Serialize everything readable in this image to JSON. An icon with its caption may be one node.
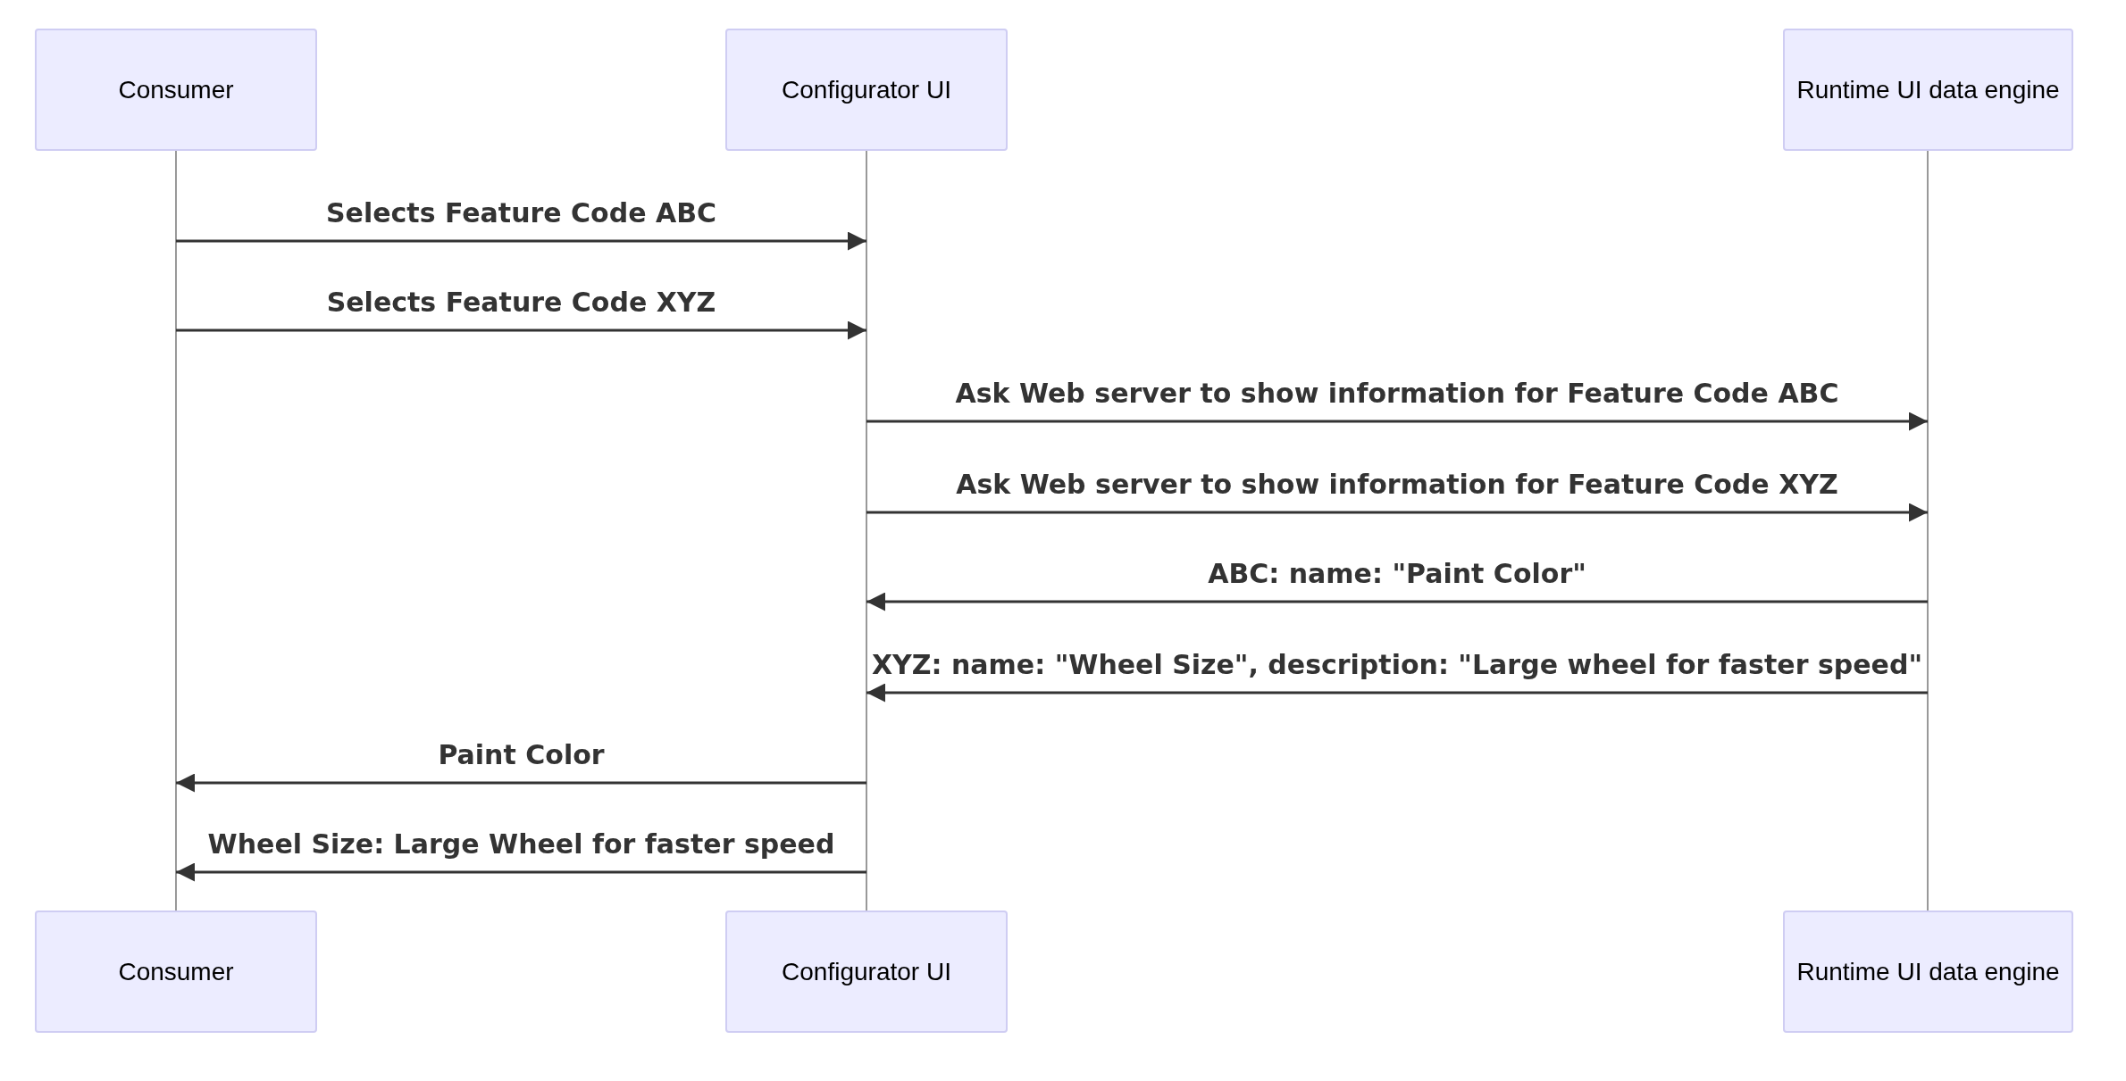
{
  "diagram": {
    "nodes": [
      {
        "text": [
          "Consumer"
        ]
      },
      {
        "text": [
          "Configurator UI"
        ]
      },
      {
        "text": [
          "Runtime UI data engine"
        ]
      },
      {
        "text": [
          "Consumer"
        ]
      },
      {
        "text": [
          "Configurator UI"
        ]
      },
      {
        "text": [
          "Runtime UI data engine"
        ]
      },
      {
        "text": [],
        "shape": "line"
      },
      {
        "text": [],
        "shape": "line"
      },
      {
        "text": [],
        "shape": "line"
      }
    ],
    "edges": [
      {
        "from": 6,
        "to": 7,
        "arrow": "to",
        "label": "Selects Feature Code ABC"
      },
      {
        "from": 6,
        "to": 7,
        "arrow": "to",
        "label": "Selects Feature Code XYZ"
      },
      {
        "from": 7,
        "to": 8,
        "arrow": "to",
        "label": "Ask Web server to show information for Feature Code ABC"
      },
      {
        "from": 7,
        "to": 8,
        "arrow": "to",
        "label": "Ask Web server to show information for Feature Code XYZ"
      },
      {
        "from": 8,
        "to": 7,
        "arrow": "to",
        "label": "ABC: name: \"Paint Color\""
      },
      {
        "from": 8,
        "to": 7,
        "arrow": "to",
        "label": "XYZ: name: \"Wheel Size\", description: \"Large wheel for faster speed\""
      },
      {
        "from": 7,
        "to": 6,
        "arrow": "to",
        "label": "Paint Color"
      },
      {
        "from": 7,
        "to": 6,
        "arrow": "to",
        "label": "Wheel Size: Large Wheel for faster speed"
      }
    ]
  }
}
